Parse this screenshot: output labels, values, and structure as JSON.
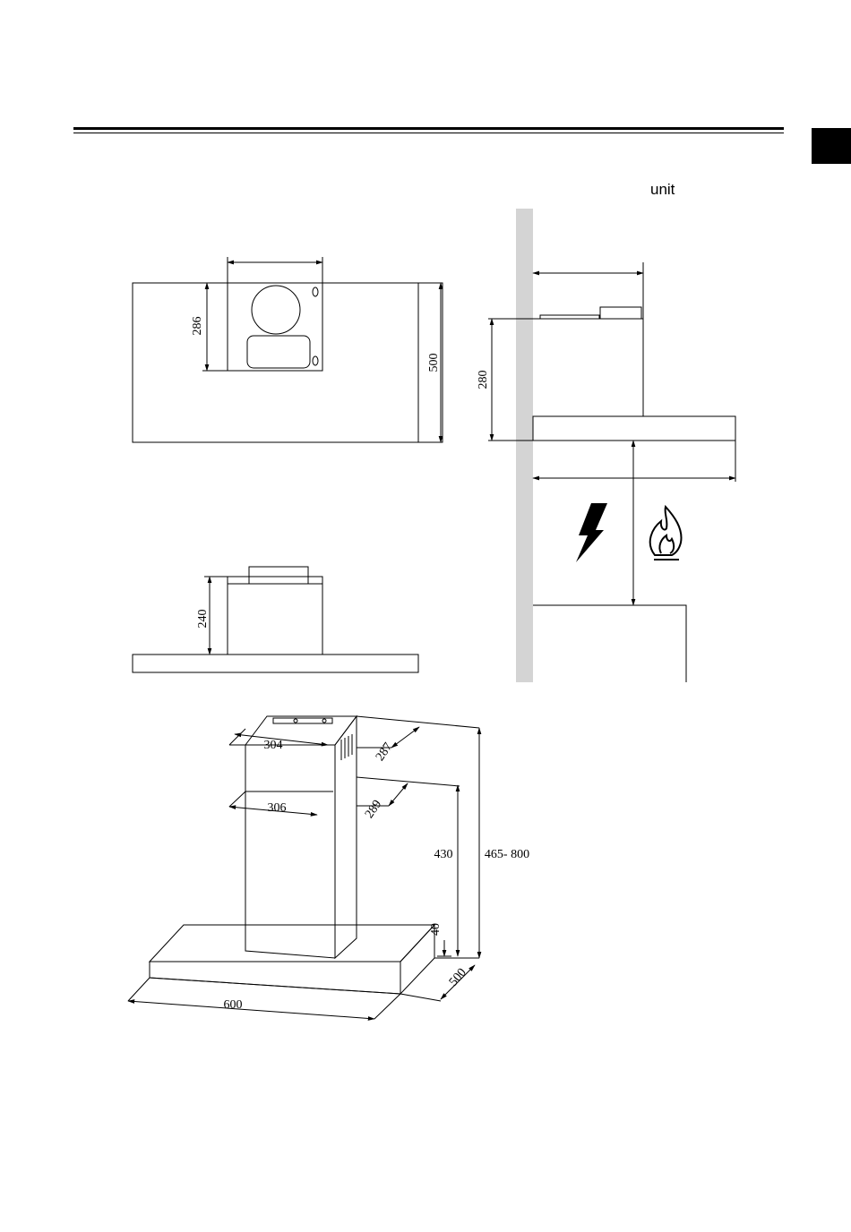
{
  "header": {
    "unit_label": "unit"
  },
  "top_view": {
    "depth_dim": "286",
    "width_dim": "500"
  },
  "side_view": {
    "height_dim": "280",
    "hazard_icons": [
      "lightning-icon",
      "fire-icon"
    ]
  },
  "front_view": {
    "chimney_height_dim": "240"
  },
  "iso_view": {
    "top_width": "304",
    "top_depth": "287",
    "mid_width": "306",
    "mid_depth": "289",
    "chimney_height": "430",
    "total_height": "465- 800",
    "canopy_thickness": "40",
    "canopy_depth": "500",
    "canopy_width": "600"
  },
  "colors": {
    "wall": "#d4d4d4",
    "line": "#000000"
  }
}
